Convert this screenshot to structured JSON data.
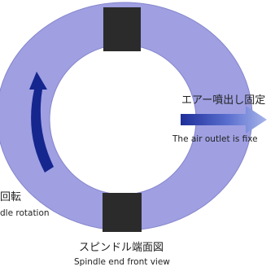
{
  "outlet": {
    "label_jp": "エアー噴出し固定",
    "label_en": "The air outlet is fixe"
  },
  "rotation": {
    "label_jp": "回転",
    "label_en": "dle rotation"
  },
  "caption": {
    "title_jp": "スピンドル端面図",
    "title_en": "Spindle end front view"
  },
  "colors": {
    "ring": "#9f9fe2",
    "block": "#2b2b2b",
    "rotation_arrow": "#15268e",
    "outlet_arrow": "#5a6fcf"
  }
}
